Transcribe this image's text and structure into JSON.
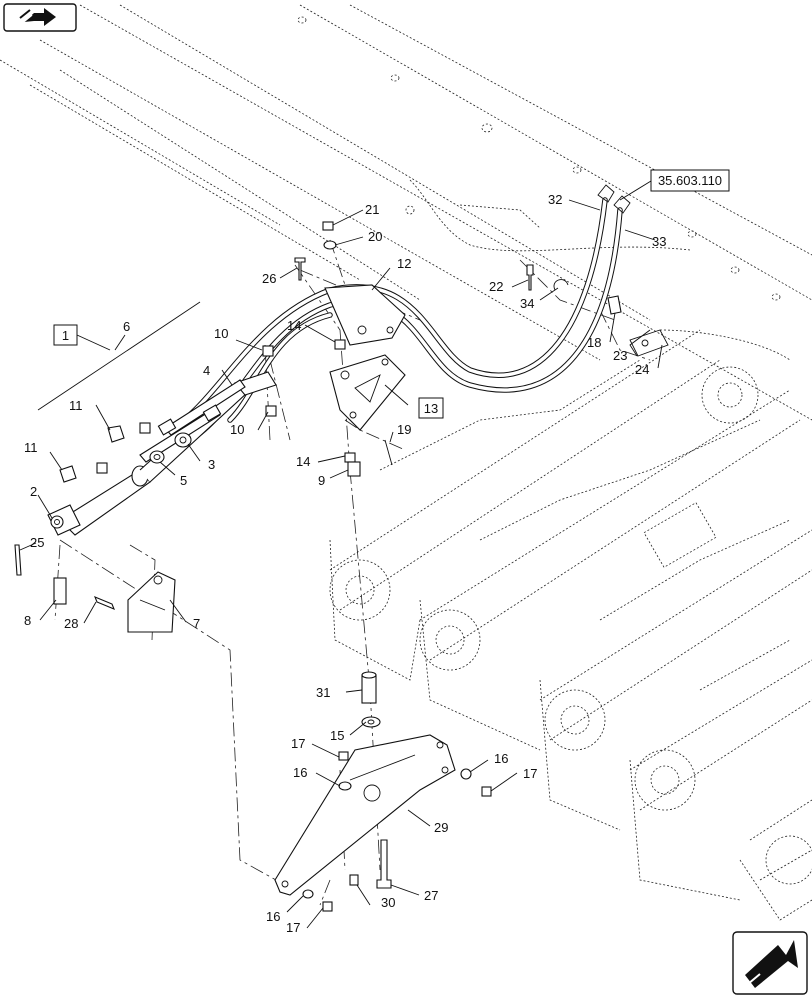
{
  "nav": {
    "prev_icon": "pages-back-icon",
    "next_icon": "next-page-icon"
  },
  "refs": {
    "top_ref": "35.603.110",
    "box_1": "1",
    "box_13": "13"
  },
  "callouts": {
    "c1": "2",
    "c2": "3",
    "c3": "4",
    "c4": "5",
    "c5": "6",
    "c6": "7",
    "c7": "8",
    "c8": "9",
    "c9": "10",
    "c10": "10",
    "c11": "11",
    "c12": "11",
    "c13": "12",
    "c14": "14",
    "c15": "14",
    "c16": "15",
    "c17": "16",
    "c18": "16",
    "c19": "16",
    "c20": "17",
    "c21": "17",
    "c22": "17",
    "c23": "18",
    "c24": "19",
    "c25": "20",
    "c26": "21",
    "c27": "22",
    "c28": "23",
    "c29": "24",
    "c30": "25",
    "c31": "26",
    "c32": "27",
    "c33": "28",
    "c34": "29",
    "c35": "30",
    "c36": "31",
    "c37": "32",
    "c38": "33",
    "c39": "34"
  }
}
